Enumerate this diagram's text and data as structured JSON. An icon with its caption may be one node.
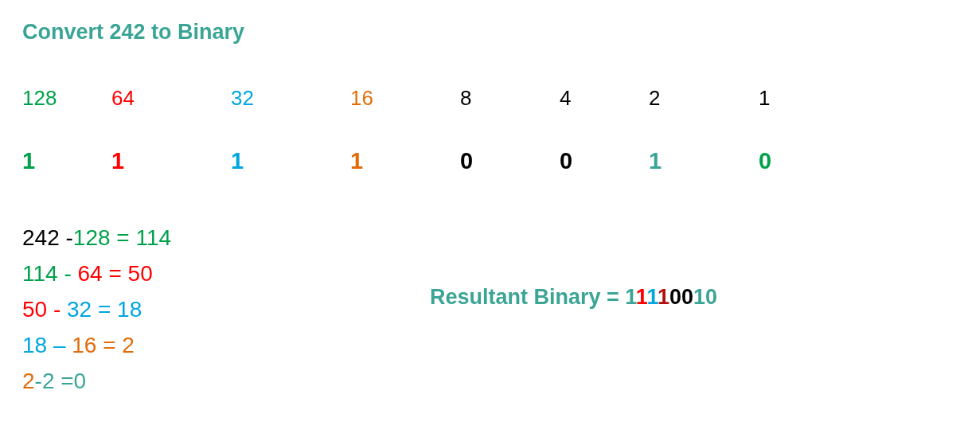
{
  "diagram": {
    "title": "Convert 242 to Binary",
    "labels": [
      "128",
      "64",
      "32",
      "16",
      "8",
      "4",
      "2",
      "1",
      "1",
      "1",
      "1",
      "1",
      "0",
      "0",
      "1",
      "0",
      "242 -128 = 114",
      "114 - 64 = 50",
      "50 - 32 = 18",
      "18 – 16 = 2",
      "2-2 =0",
      "Resultant Binary = 11110010"
    ]
  }
}
